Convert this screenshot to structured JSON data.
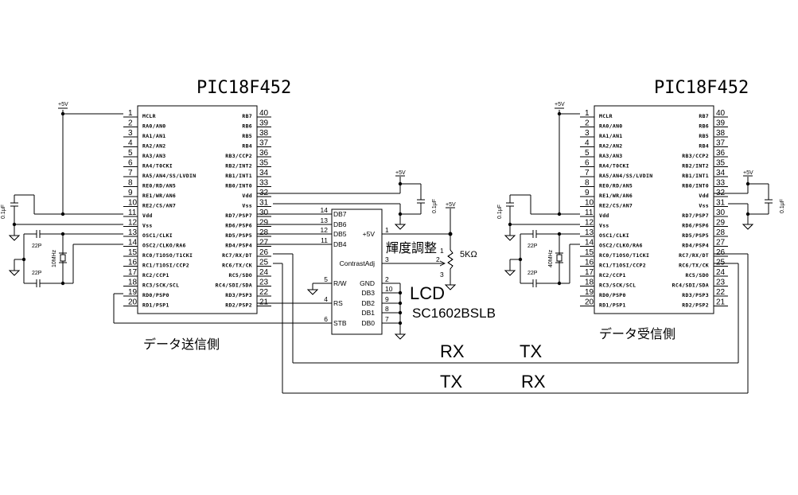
{
  "diagram": {
    "type": "circuit-schematic",
    "chips": [
      {
        "id": "sender",
        "title": "PIC18F452",
        "caption": "データ送信側",
        "crystal": "10MHz",
        "left_pins": [
          {
            "num": "1",
            "name": "MCLR"
          },
          {
            "num": "2",
            "name": "RA0/AN0"
          },
          {
            "num": "3",
            "name": "RA1/AN1"
          },
          {
            "num": "4",
            "name": "RA2/AN2"
          },
          {
            "num": "5",
            "name": "RA3/AN3"
          },
          {
            "num": "6",
            "name": "RA4/T0CKI"
          },
          {
            "num": "7",
            "name": "RA5/AN4/SS/LVDIN"
          },
          {
            "num": "8",
            "name": "RE0/RD/AN5"
          },
          {
            "num": "9",
            "name": "RE1/WR/AN6"
          },
          {
            "num": "10",
            "name": "RE2/CS/AN7"
          },
          {
            "num": "11",
            "name": "Vdd"
          },
          {
            "num": "12",
            "name": "Vss"
          },
          {
            "num": "13",
            "name": "OSC1/CLKI"
          },
          {
            "num": "14",
            "name": "OSC2/CLKO/RA6"
          },
          {
            "num": "15",
            "name": "RC0/T1OSO/T1CKI"
          },
          {
            "num": "16",
            "name": "RC1/T1OSI/CCP2"
          },
          {
            "num": "17",
            "name": "RC2/CCP1"
          },
          {
            "num": "18",
            "name": "RC3/SCK/SCL"
          },
          {
            "num": "19",
            "name": "RD0/PSP0"
          },
          {
            "num": "20",
            "name": "RD1/PSP1"
          }
        ],
        "right_pins": [
          {
            "num": "40",
            "name": "RB7"
          },
          {
            "num": "39",
            "name": "RB6"
          },
          {
            "num": "38",
            "name": "RB5"
          },
          {
            "num": "37",
            "name": "RB4"
          },
          {
            "num": "36",
            "name": "RB3/CCP2"
          },
          {
            "num": "35",
            "name": "RB2/INT2"
          },
          {
            "num": "34",
            "name": "RB1/INT1"
          },
          {
            "num": "33",
            "name": "RB0/INT0"
          },
          {
            "num": "32",
            "name": "Vdd"
          },
          {
            "num": "31",
            "name": "Vss"
          },
          {
            "num": "30",
            "name": "RD7/PSP7"
          },
          {
            "num": "29",
            "name": "RD6/PSP6"
          },
          {
            "num": "28",
            "name": "RD5/PSP5"
          },
          {
            "num": "27",
            "name": "RD4/PSP4"
          },
          {
            "num": "26",
            "name": "RC7/RX/DT"
          },
          {
            "num": "25",
            "name": "RC6/TX/CK"
          },
          {
            "num": "24",
            "name": "RC5/SDO"
          },
          {
            "num": "23",
            "name": "RC4/SDI/SDA"
          },
          {
            "num": "22",
            "name": "RD3/PSP3"
          },
          {
            "num": "21",
            "name": "RD2/PSP2"
          }
        ]
      },
      {
        "id": "receiver",
        "title": "PIC18F452",
        "caption": "データ受信側",
        "crystal": "40MHz"
      }
    ],
    "power_label": "+5V",
    "cap_bypass": "0.1μF",
    "cap_osc": "22P",
    "lcd": {
      "title": "LCD",
      "model": "SC1602BSLB",
      "supply": "+5V",
      "contrast": "ContrastAdj",
      "contrast_label": "輝度調整",
      "pot": "5KΩ",
      "pot_pins": [
        "1",
        "2",
        "3"
      ],
      "left_pins": [
        {
          "num": "14",
          "name": "DB7"
        },
        {
          "num": "13",
          "name": "DB6"
        },
        {
          "num": "12",
          "name": "DB5"
        },
        {
          "num": "11",
          "name": "DB4"
        },
        {
          "num": "5",
          "name": "R/W"
        },
        {
          "num": "4",
          "name": "RS"
        },
        {
          "num": "6",
          "name": "STB"
        }
      ],
      "right_pins": [
        {
          "num": "1",
          "name": "+5V"
        },
        {
          "num": "3",
          "name": "ContrastAdj"
        },
        {
          "num": "2",
          "name": "GND"
        },
        {
          "num": "10",
          "name": "DB3"
        },
        {
          "num": "9",
          "name": "DB2"
        },
        {
          "num": "8",
          "name": "DB1"
        },
        {
          "num": "7",
          "name": "DB0"
        }
      ]
    },
    "signals": {
      "line1_left": "RX",
      "line1_right": "TX",
      "line2_left": "TX",
      "line2_right": "RX"
    }
  }
}
